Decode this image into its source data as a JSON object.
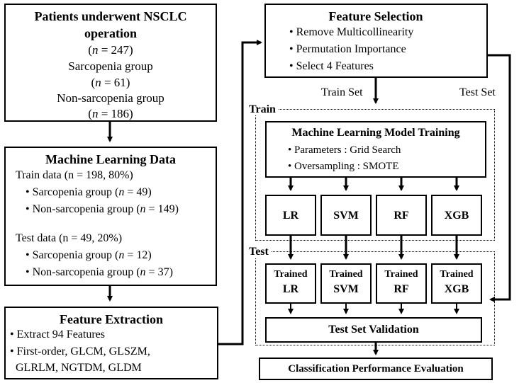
{
  "patients": {
    "title_line1": "Patients underwent NSCLC",
    "title_line2": "operation",
    "n_total_var": "n",
    "n_total_rest": " = 247)",
    "sarcopenia_label": "Sarcopenia group",
    "n_sarc_rest": " = 61)",
    "non_sarcopenia_label": "Non-sarcopenia group",
    "n_nonsarc_rest": " = 186)"
  },
  "ml_data": {
    "title": "Machine Learning Data",
    "train_line": "Train data (n = 198, 80%)",
    "train_sarc_pre": "• Sarcopenia group (",
    "train_sarc_post": " = 49)",
    "train_non_pre": "• Non-sarcopenia group (",
    "train_non_post": " = 149)",
    "test_line": "Test data (n = 49, 20%)",
    "test_sarc_pre": "• Sarcopenia group (",
    "test_sarc_post": " = 12)",
    "test_non_pre": "• Non-sarcopenia group (",
    "test_non_post": " = 37)"
  },
  "feature_extraction": {
    "title": "Feature Extraction",
    "item1": "• Extract 94 Features",
    "item2": "• First-order, GLCM, GLSZM,",
    "item3": "GLRLM, NGTDM, GLDM"
  },
  "feature_selection": {
    "title": "Feature Selection",
    "item1": "• Remove Multicollinearity",
    "item2": "• Permutation Importance",
    "item3": "• Select 4 Features"
  },
  "labels": {
    "train_set": "Train Set",
    "test_set": "Test Set",
    "train_region": "Train",
    "test_region": "Test"
  },
  "training": {
    "title": "Machine Learning Model Training",
    "item1": "• Parameters : Grid Search",
    "item2": "• Oversampling : SMOTE"
  },
  "models": [
    "LR",
    "SVM",
    "RF",
    "XGB"
  ],
  "trained_prefix": "Trained",
  "validation": "Test Set Validation",
  "evaluation": "Classification Performance Evaluation"
}
